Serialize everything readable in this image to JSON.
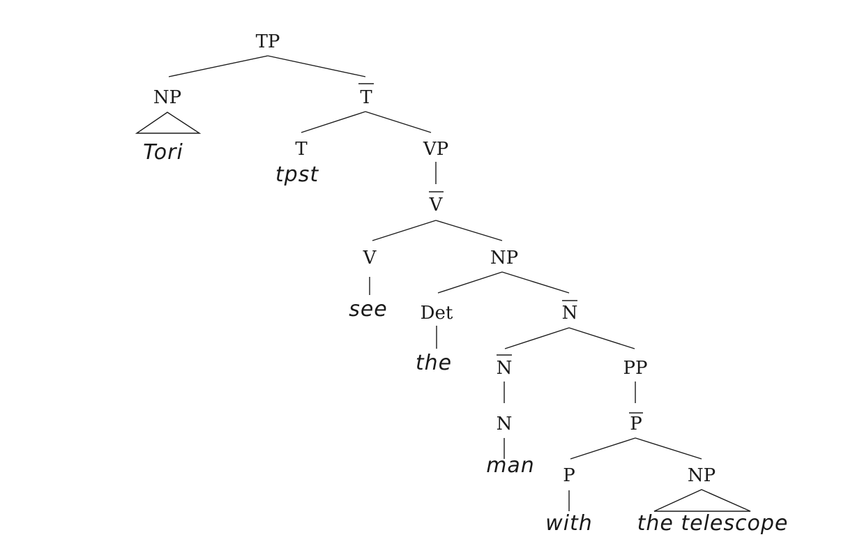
{
  "tree": {
    "nodes": {
      "tp": "TP",
      "np_subj": "NP",
      "t_bar": "T",
      "t": "T",
      "vp": "VP",
      "v_bar": "V",
      "v": "V",
      "np_obj": "NP",
      "det": "Det",
      "n_bar_1": "N",
      "n_bar_2": "N",
      "pp": "PP",
      "n": "N",
      "p_bar": "P",
      "p": "P",
      "np_pobj": "NP"
    },
    "words": {
      "tori": "Tori",
      "tpst": "tpst",
      "see": "see",
      "the": "the",
      "man": "man",
      "with": "with",
      "the_telescope": "the telescope"
    },
    "bar_levels": [
      "t_bar",
      "v_bar",
      "n_bar_1",
      "n_bar_2",
      "p_bar"
    ]
  }
}
